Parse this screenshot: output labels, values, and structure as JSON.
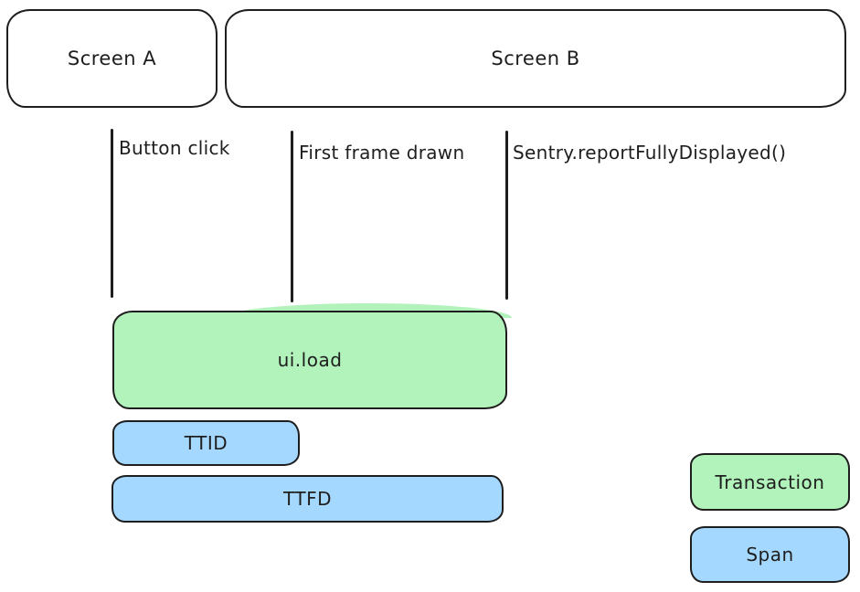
{
  "screens": [
    {
      "label": "Screen A"
    },
    {
      "label": "Screen B"
    }
  ],
  "events": [
    {
      "label": "Button click"
    },
    {
      "label": "First frame drawn"
    },
    {
      "label": "Sentry.reportFullyDisplayed()"
    }
  ],
  "bars": [
    {
      "label": "ui.load",
      "kind": "transaction"
    },
    {
      "label": "TTID",
      "kind": "span"
    },
    {
      "label": "TTFD",
      "kind": "span"
    }
  ],
  "legend": [
    {
      "label": "Transaction",
      "color": "#b2f2bb"
    },
    {
      "label": "Span",
      "color": "#a5d8ff"
    }
  ],
  "colors": {
    "transaction_fill": "#b2f2bb",
    "span_fill": "#a5d8ff",
    "stroke": "#1e1e1e",
    "background": "#ffffff"
  }
}
